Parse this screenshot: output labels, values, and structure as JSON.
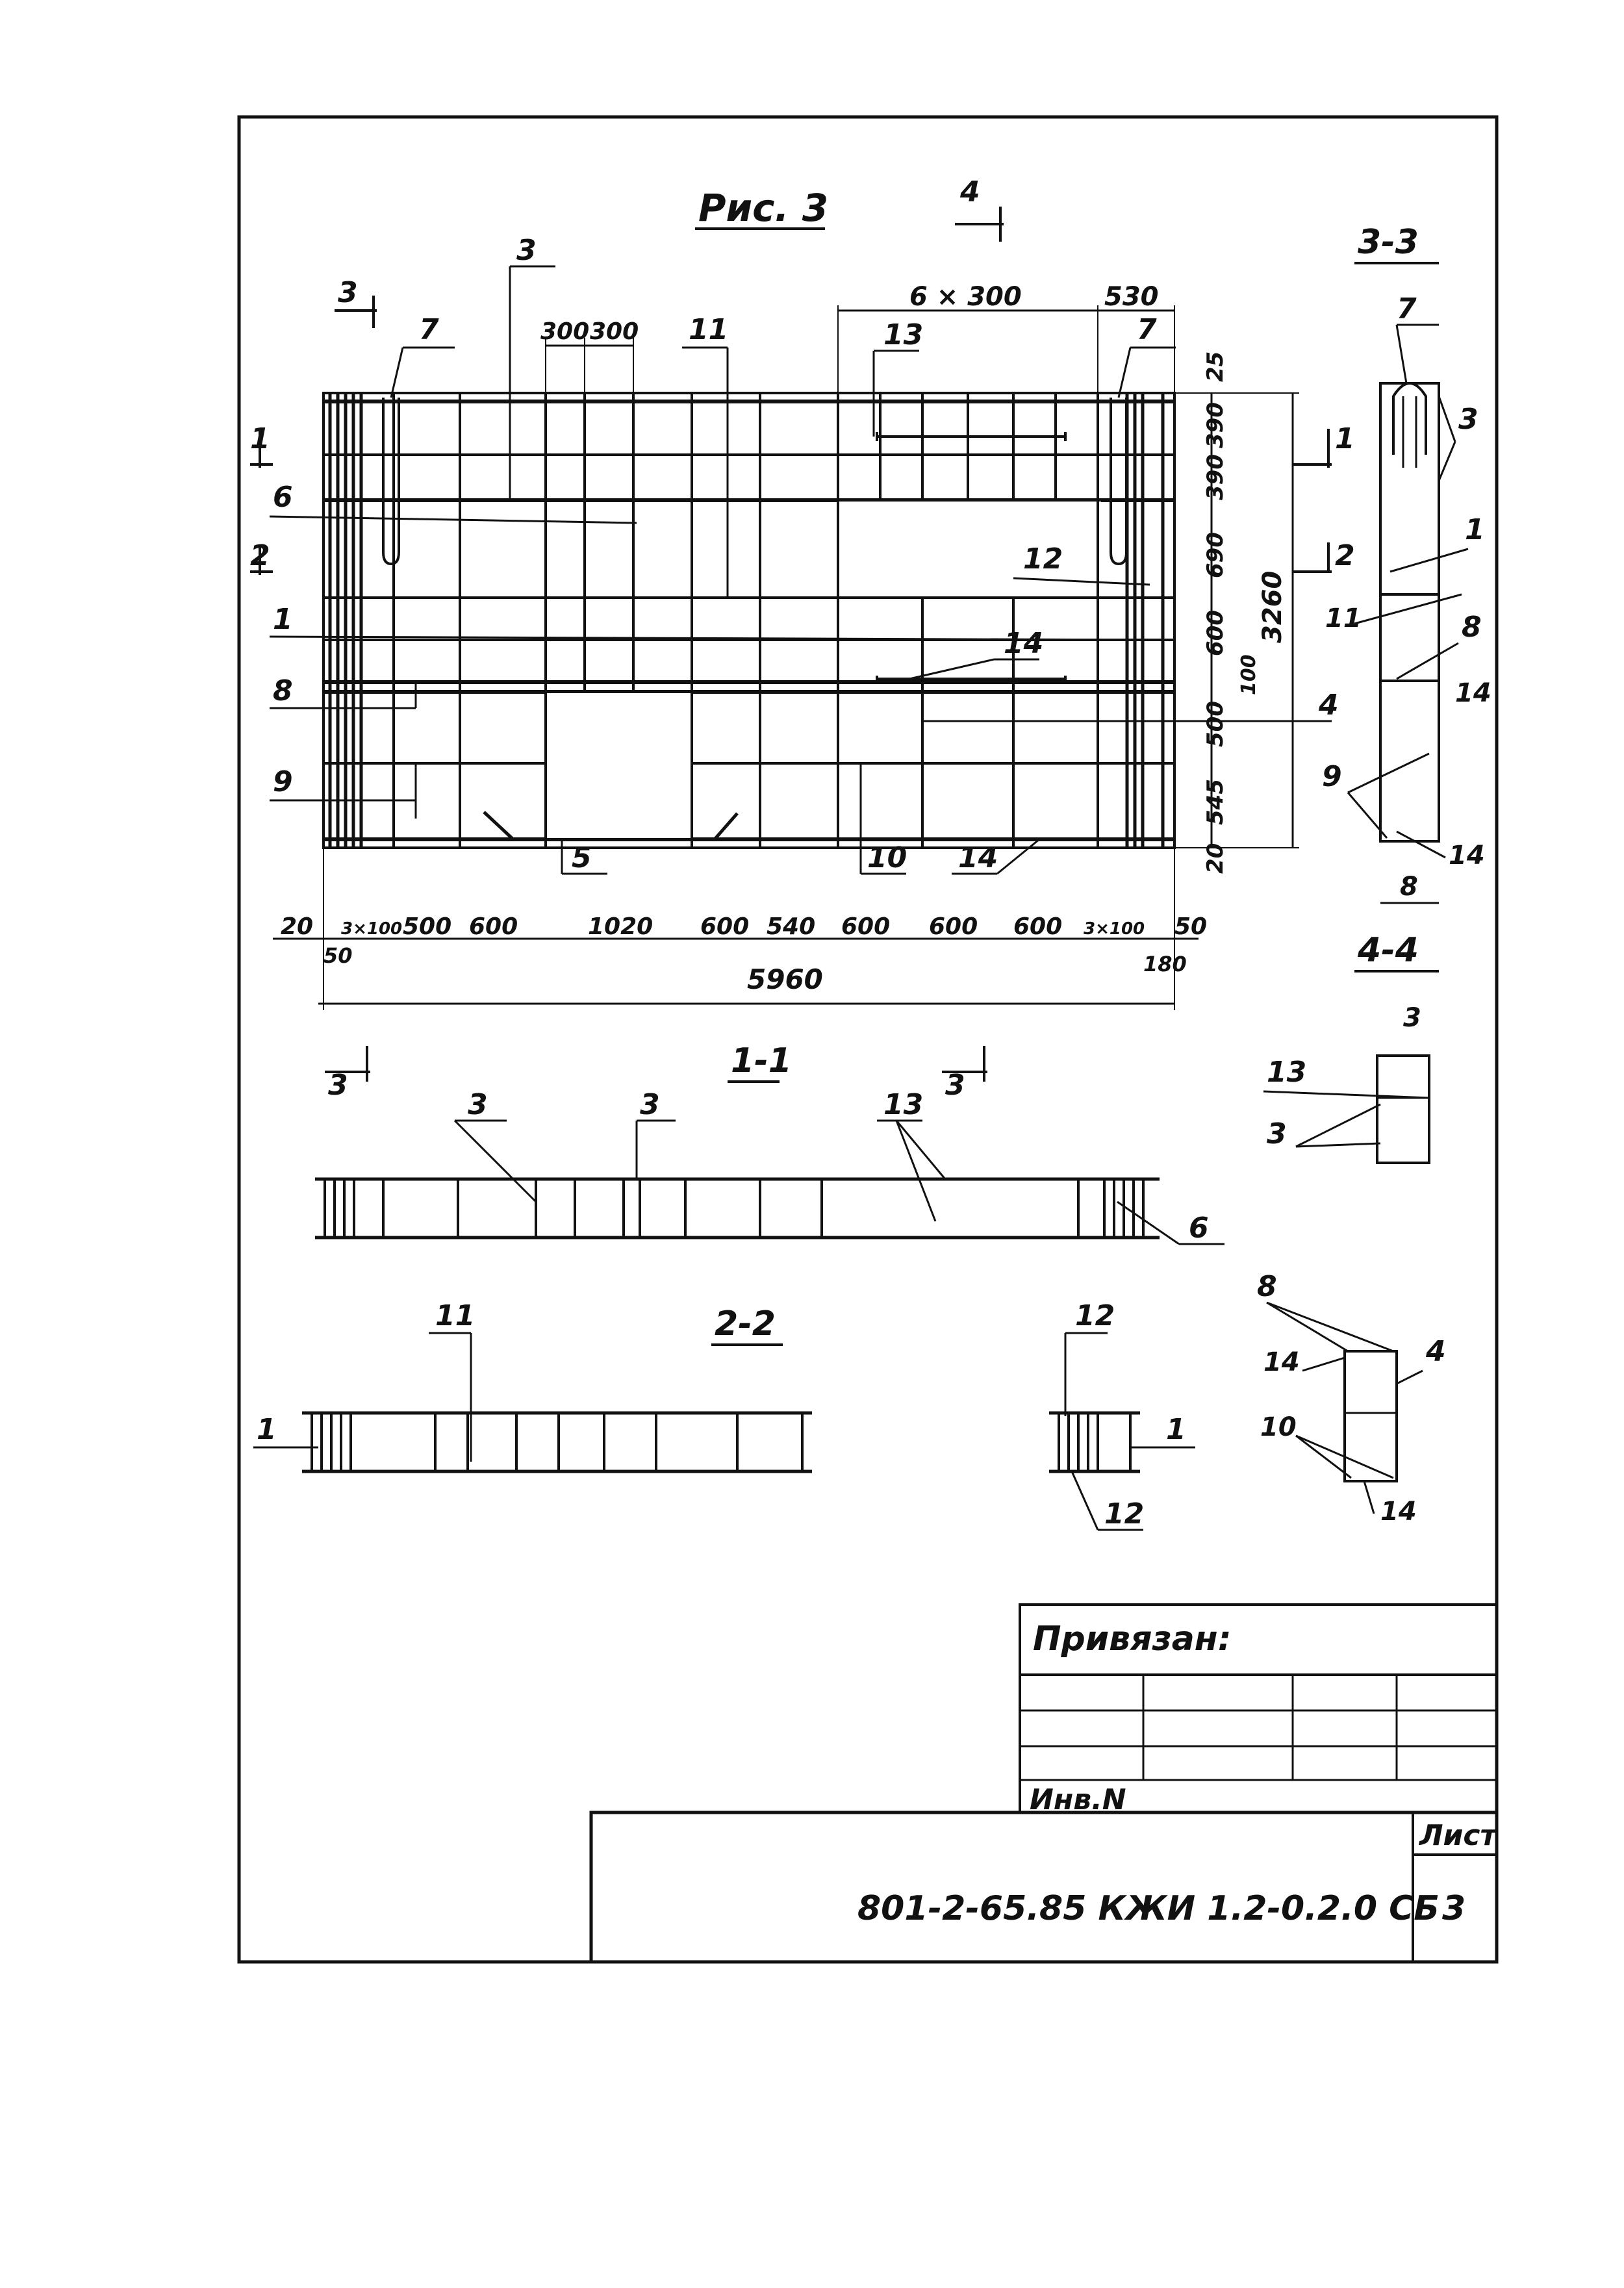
{
  "figure_title": "Рис. 3",
  "sections": {
    "s11": "1-1",
    "s22": "2-2",
    "s33": "3-3",
    "s44": "4-4"
  },
  "cut_marks": {
    "c1": "1",
    "c2": "2",
    "c3": "3",
    "c4": "4"
  },
  "dims": {
    "top_6x300": "6 × 300",
    "top_530": "530",
    "top_300a": "300",
    "top_300b": "300",
    "right": [
      "25",
      "390",
      "390",
      "690",
      "600",
      "100",
      "500",
      "545",
      "20"
    ],
    "overall_h": "3260",
    "bottom": [
      "20",
      "3×100",
      "500",
      "600",
      "1020",
      "600",
      "540",
      "600",
      "600",
      "600",
      "3×100",
      "50"
    ],
    "b50": "50",
    "b180": "180",
    "overall_w": "5960",
    "ss33_w": "8"
  },
  "callouts": {
    "n1": "1",
    "n3": "3",
    "n4": "4",
    "n5": "5",
    "n6": "6",
    "n7": "7",
    "n8": "8",
    "n9": "9",
    "n10": "10",
    "n11": "11",
    "n12": "12",
    "n13": "13",
    "n14": "14"
  },
  "title_block": {
    "privyazan": "Привязан:",
    "inv": "Инв.N",
    "code": "801-2-65.85 КЖИ 1.2-0.2.0 СБ",
    "list_label": "Лист",
    "list_no": "3"
  }
}
